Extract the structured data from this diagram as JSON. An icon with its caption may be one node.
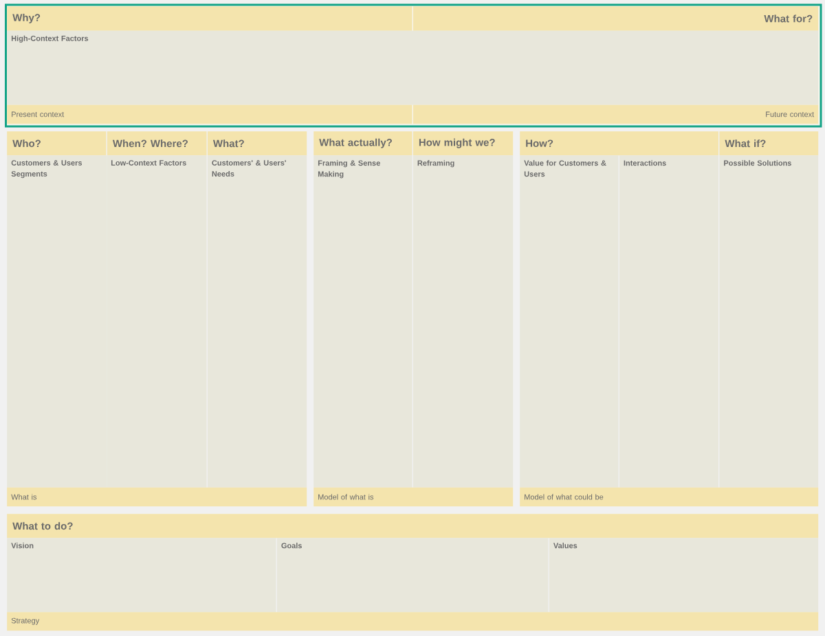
{
  "diagram": {
    "nodes": [
      {
        "text": [],
        "shape": "box"
      },
      {
        "text": [
          "Why?"
        ],
        "in": 0
      },
      {
        "text": [
          "What for?"
        ],
        "in": 0
      },
      {
        "text": [
          "High-Context Factors"
        ],
        "in": 0
      },
      {
        "text": [
          "Present context"
        ],
        "in": 0
      },
      {
        "text": [
          "Future context"
        ],
        "in": 0
      },
      {
        "text": [
          "Who?"
        ]
      },
      {
        "text": [
          "When? Where?"
        ]
      },
      {
        "text": [
          "What?"
        ]
      },
      {
        "text": [
          "Customers & Users Segments"
        ]
      },
      {
        "text": [
          "Low-Context Factors"
        ]
      },
      {
        "text": [
          "Customers' & Users' Needs"
        ]
      },
      {
        "text": [
          "What is"
        ]
      },
      {
        "text": [
          "What actually?"
        ]
      },
      {
        "text": [
          "How might we?"
        ]
      },
      {
        "text": [
          "Framing & Sense Making"
        ]
      },
      {
        "text": [
          "Reframing"
        ]
      },
      {
        "text": [
          "Model of what is"
        ]
      },
      {
        "text": [
          "How?"
        ]
      },
      {
        "text": [
          "What if?"
        ]
      },
      {
        "text": [
          "Value for Customers & Users"
        ]
      },
      {
        "text": [
          "Interactions"
        ]
      },
      {
        "text": [
          "Possible Solutions"
        ]
      },
      {
        "text": [
          "Model of what could be"
        ]
      },
      {
        "text": [
          "What to do?"
        ]
      },
      {
        "text": [
          "Vision"
        ]
      },
      {
        "text": [
          "Goals"
        ]
      },
      {
        "text": [
          "Values"
        ]
      },
      {
        "text": [
          "Strategy"
        ]
      }
    ]
  }
}
